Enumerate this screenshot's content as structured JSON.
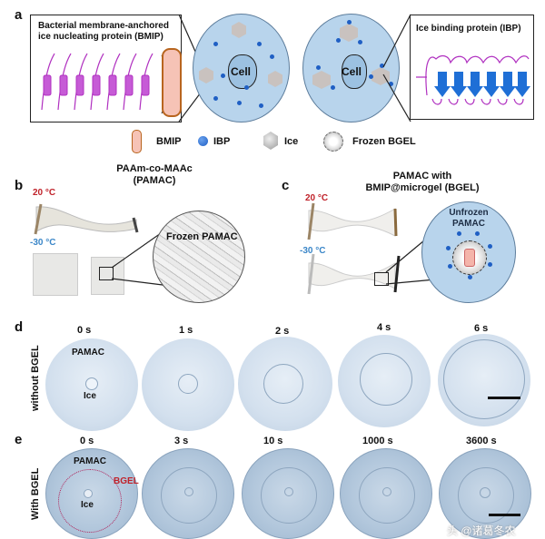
{
  "panel_a": {
    "letter": "a",
    "bmip_box_title_line1": "Bacterial membrane-anchored",
    "bmip_box_title_line2": "ice nucleating protein (BMIP)",
    "ibp_box_title": "Ice binding protein (IBP)",
    "cell_label_left": "Cell",
    "cell_label_right": "Cell",
    "legend": [
      {
        "icon": "bmip-bacterium-icon",
        "label": "BMIP"
      },
      {
        "icon": "ibp-dot-icon",
        "label": "IBP"
      },
      {
        "icon": "ice-crystal-icon",
        "label": "Ice"
      },
      {
        "icon": "frozen-bgel-icon",
        "label": "Frozen BGEL"
      }
    ]
  },
  "panel_b": {
    "letter": "b",
    "title_line1": "PAAm-co-MAAc",
    "title_line2": "(PAMAC)",
    "temp_high": "20 °C",
    "temp_low": "-30 °C",
    "zoom_label": "Frozen PAMAC"
  },
  "panel_c": {
    "letter": "c",
    "title_line1": "PAMAC with",
    "title_line2": "BMIP@microgel (BGEL)",
    "temp_high": "20 °C",
    "temp_low": "-30 °C",
    "zoom_label_line1": "Unfrozen",
    "zoom_label_line2": "PAMAC"
  },
  "panel_d": {
    "letter": "d",
    "row_label": "without BGEL",
    "times": [
      "0 s",
      "1 s",
      "2 s",
      "4 s",
      "6 s"
    ],
    "pamac_label": "PAMAC",
    "ice_label": "Ice"
  },
  "panel_e": {
    "letter": "e",
    "row_label": "With BGEL",
    "times": [
      "0 s",
      "3 s",
      "10 s",
      "1000 s",
      "3600 s"
    ],
    "pamac_label": "PAMAC",
    "bgel_label": "BGEL",
    "ice_label": "Ice"
  },
  "colors": {
    "bgel_red": "#c0222a",
    "cold_blue": "#3a86c8",
    "ibp_blue": "#1f5fc4",
    "bmip_purple": "#c040d0",
    "cell_bg": "#b8d4ec"
  },
  "watermark": "头 @诸葛冬农"
}
